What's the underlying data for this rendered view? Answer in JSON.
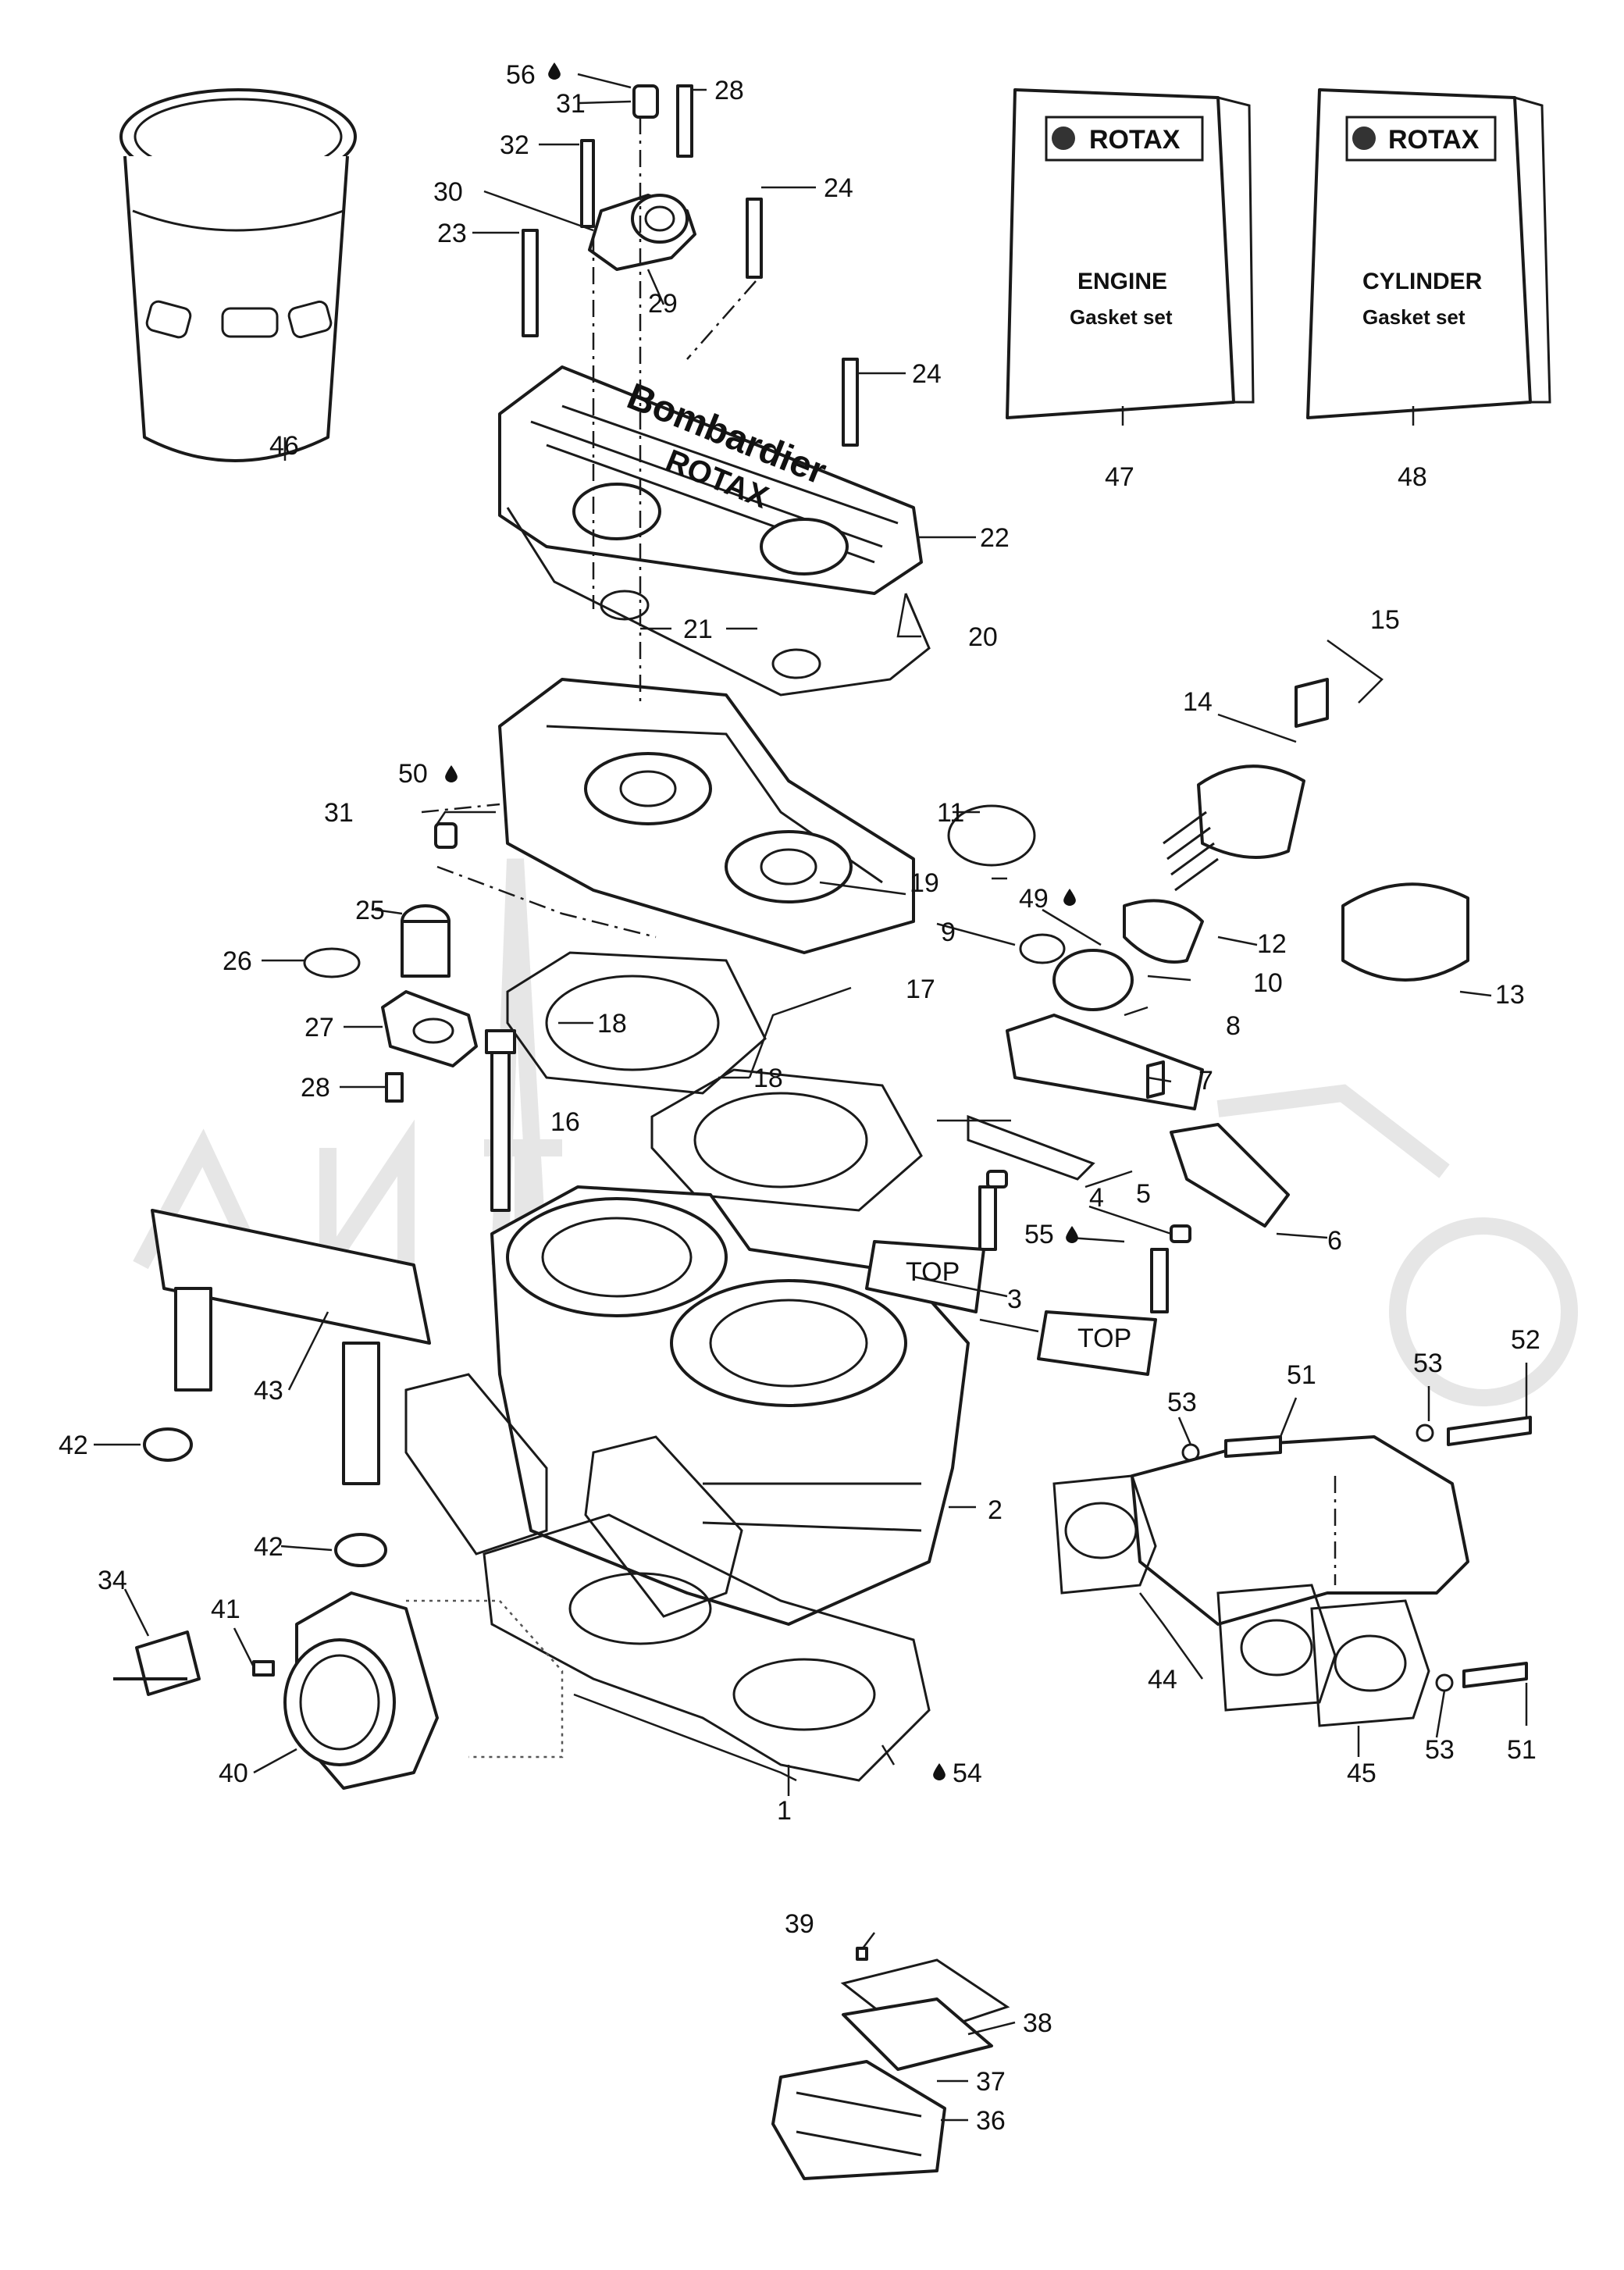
{
  "labels": [
    {
      "id": "1",
      "text": "1"
    },
    {
      "id": "2",
      "text": "2"
    },
    {
      "id": "3",
      "text": "3"
    },
    {
      "id": "4",
      "text": "4"
    },
    {
      "id": "5",
      "text": "5"
    },
    {
      "id": "6",
      "text": "6"
    },
    {
      "id": "7",
      "text": "7"
    },
    {
      "id": "8",
      "text": "8"
    },
    {
      "id": "9",
      "text": "9"
    },
    {
      "id": "10",
      "text": "10"
    },
    {
      "id": "11",
      "text": "11"
    },
    {
      "id": "12",
      "text": "12"
    },
    {
      "id": "13",
      "text": "13"
    },
    {
      "id": "14",
      "text": "14"
    },
    {
      "id": "15",
      "text": "15"
    },
    {
      "id": "16",
      "text": "16"
    },
    {
      "id": "17",
      "text": "17"
    },
    {
      "id": "18a",
      "text": "18"
    },
    {
      "id": "18b",
      "text": "18"
    },
    {
      "id": "19",
      "text": "19"
    },
    {
      "id": "20",
      "text": "20"
    },
    {
      "id": "21",
      "text": "21"
    },
    {
      "id": "22",
      "text": "22"
    },
    {
      "id": "23",
      "text": "23"
    },
    {
      "id": "24a",
      "text": "24"
    },
    {
      "id": "24b",
      "text": "24"
    },
    {
      "id": "25",
      "text": "25"
    },
    {
      "id": "26",
      "text": "26"
    },
    {
      "id": "27",
      "text": "27"
    },
    {
      "id": "28a",
      "text": "28"
    },
    {
      "id": "28b",
      "text": "28"
    },
    {
      "id": "29",
      "text": "29"
    },
    {
      "id": "30",
      "text": "30"
    },
    {
      "id": "31a",
      "text": "31"
    },
    {
      "id": "31b",
      "text": "31"
    },
    {
      "id": "32",
      "text": "32"
    },
    {
      "id": "34",
      "text": "34"
    },
    {
      "id": "36",
      "text": "36"
    },
    {
      "id": "37",
      "text": "37"
    },
    {
      "id": "38",
      "text": "38"
    },
    {
      "id": "39",
      "text": "39"
    },
    {
      "id": "40",
      "text": "40"
    },
    {
      "id": "41",
      "text": "41"
    },
    {
      "id": "42a",
      "text": "42"
    },
    {
      "id": "42b",
      "text": "42"
    },
    {
      "id": "43",
      "text": "43"
    },
    {
      "id": "44",
      "text": "44"
    },
    {
      "id": "45",
      "text": "45"
    },
    {
      "id": "46",
      "text": "46"
    },
    {
      "id": "47",
      "text": "47"
    },
    {
      "id": "48",
      "text": "48"
    },
    {
      "id": "49",
      "text": "49"
    },
    {
      "id": "50",
      "text": "50"
    },
    {
      "id": "51a",
      "text": "51"
    },
    {
      "id": "51b",
      "text": "51"
    },
    {
      "id": "52",
      "text": "52"
    },
    {
      "id": "53a",
      "text": "53"
    },
    {
      "id": "53b",
      "text": "53"
    },
    {
      "id": "53c",
      "text": "53"
    },
    {
      "id": "54",
      "text": "54"
    },
    {
      "id": "55",
      "text": "55"
    },
    {
      "id": "56",
      "text": "56"
    }
  ],
  "booklets": [
    {
      "brand": "ROTAX",
      "line1": "ENGINE",
      "line2": "Gasket set"
    },
    {
      "brand": "ROTAX",
      "line1": "CYLINDER",
      "line2": "Gasket set"
    }
  ],
  "head_cover_text": {
    "line1": "Bombardier",
    "line2": "ROTAX"
  },
  "valve_text": "TOP",
  "icons": {
    "sealant": "drop-icon"
  },
  "colors": {
    "line": "#1a1a1a",
    "watermark": "#e6e6e6",
    "background": "#ffffff"
  }
}
